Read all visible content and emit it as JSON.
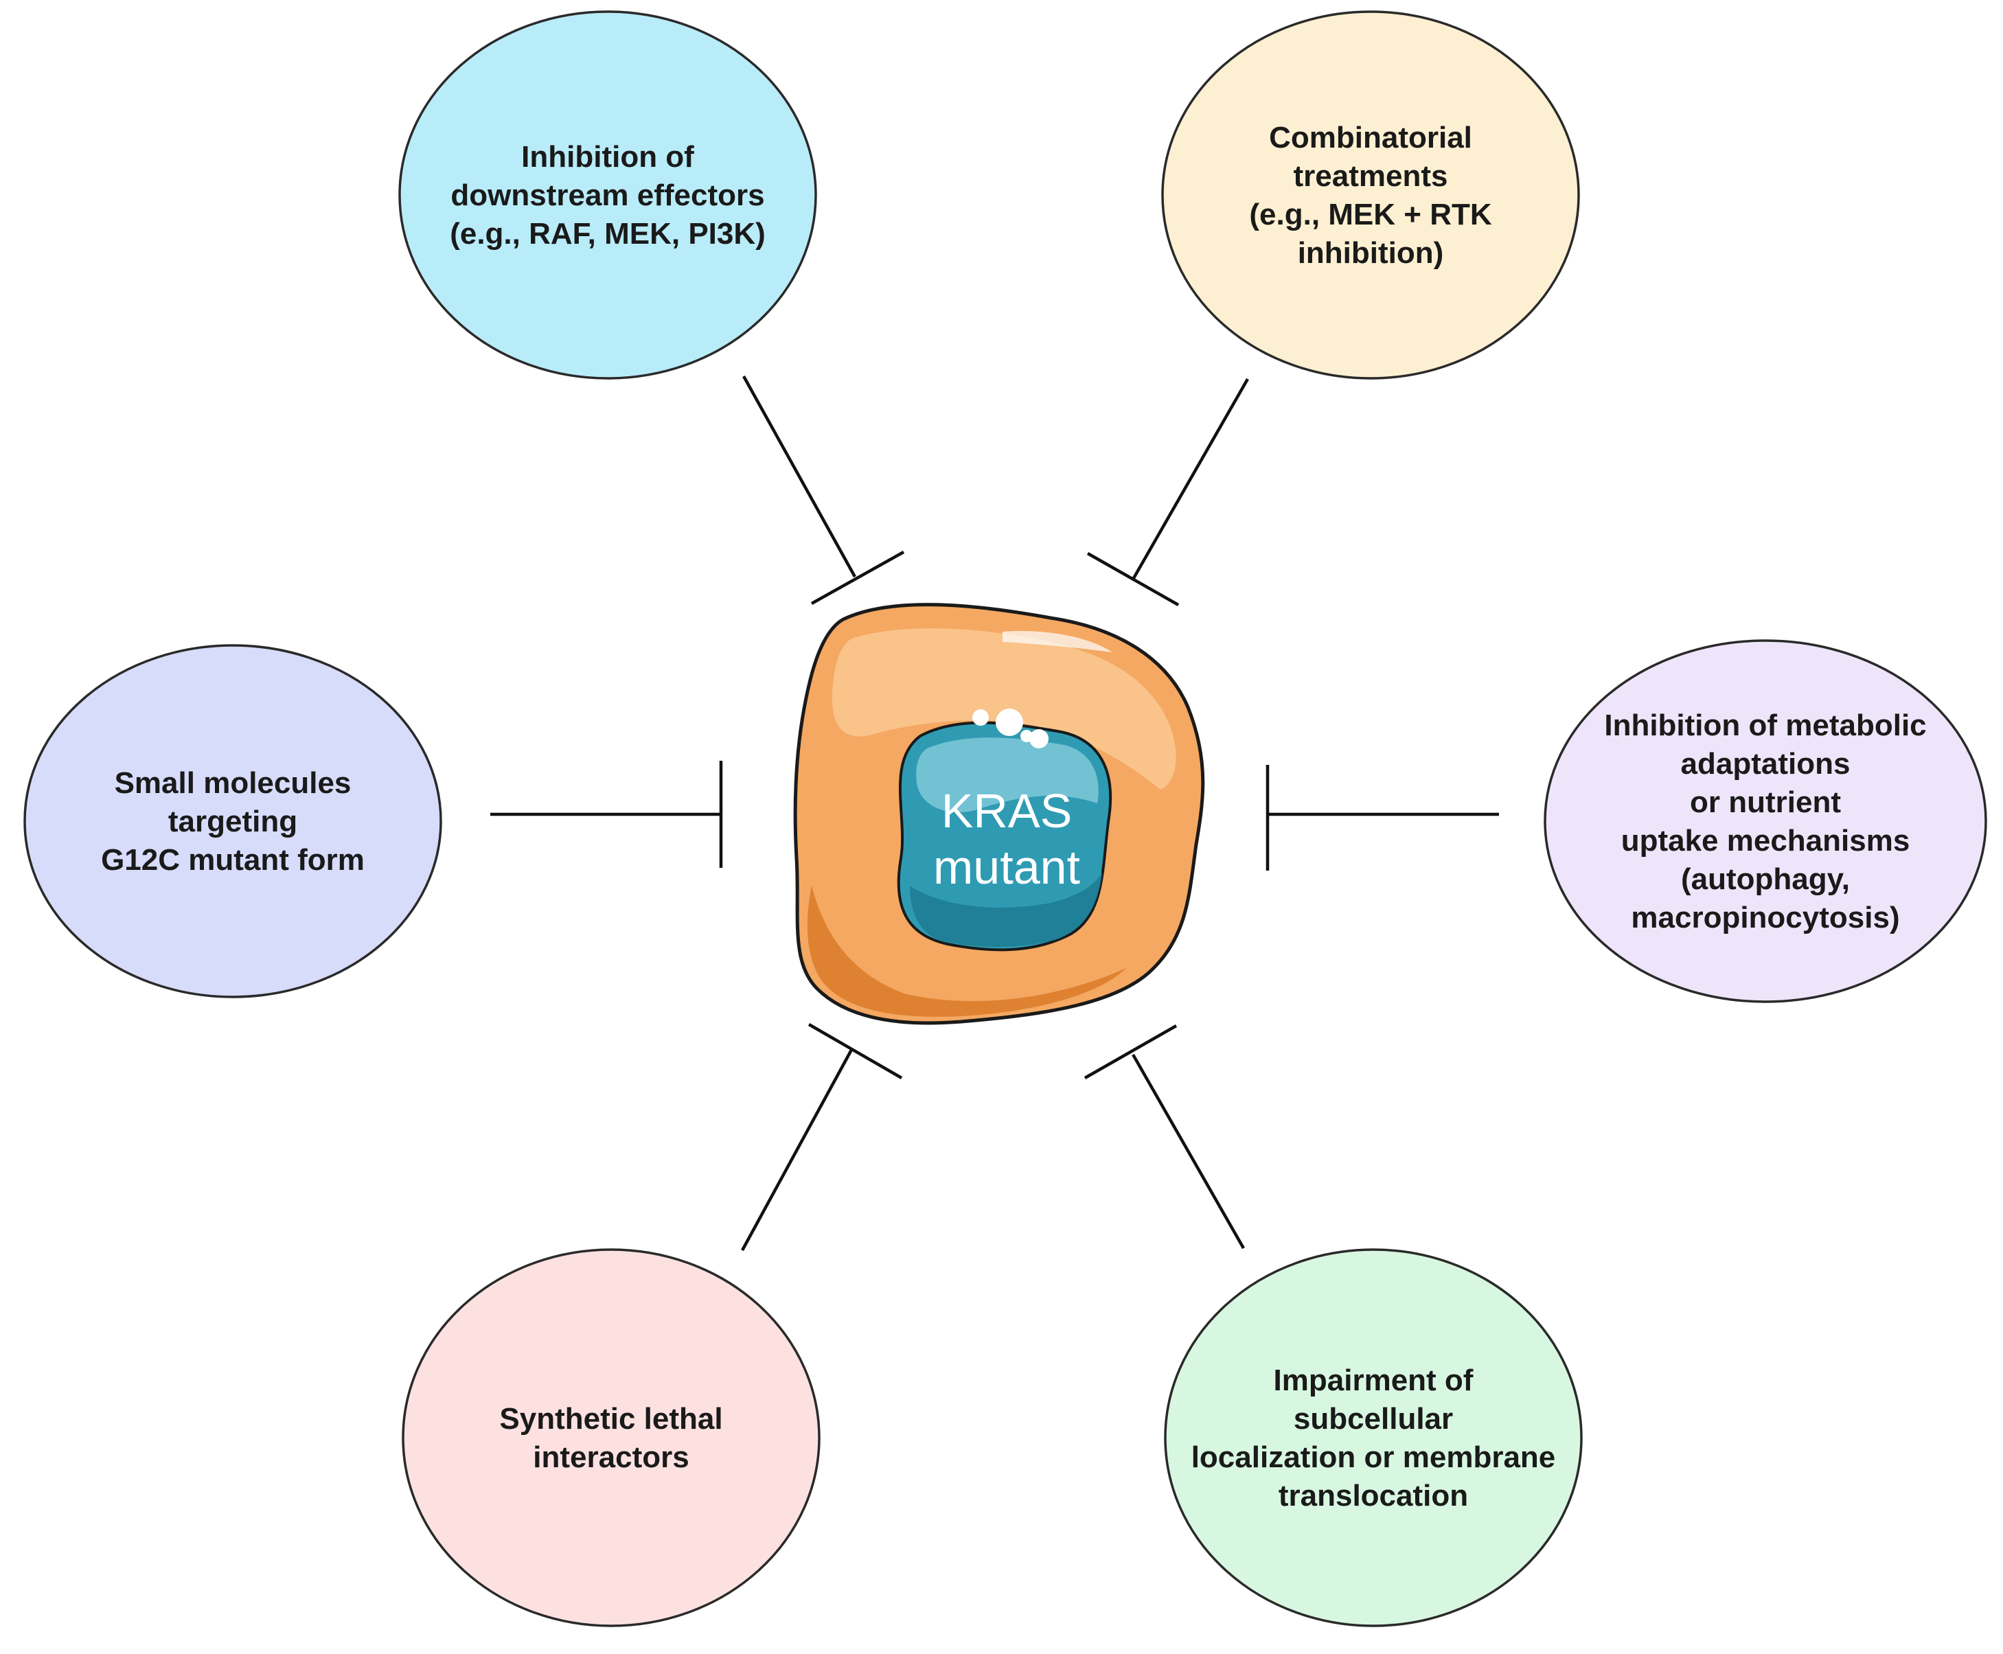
{
  "center": {
    "lines": [
      "KRAS",
      "mutant"
    ]
  },
  "nodes": [
    {
      "id": "downstream-effectors",
      "fill": "#b9ecf9",
      "lines": [
        "Inhibition of",
        "downstream effectors",
        "(e.g., RAF, MEK, PI3K)"
      ]
    },
    {
      "id": "combinatorial-treatments",
      "fill": "#fdf0d2",
      "lines": [
        "Combinatorial",
        "treatments",
        "(e.g., MEK + RTK",
        "inhibition)"
      ]
    },
    {
      "id": "small-molecules",
      "fill": "#d7dcfb",
      "lines": [
        "Small molecules",
        "targeting",
        "G12C mutant form"
      ]
    },
    {
      "id": "metabolic-adaptations",
      "fill": "#efe5fb",
      "lines": [
        "Inhibition of metabolic",
        "adaptations",
        "or nutrient",
        "uptake mechanisms",
        "(autophagy,",
        "macropinocytosis)"
      ]
    },
    {
      "id": "synthetic-lethal",
      "fill": "#fde1e1",
      "lines": [
        "Synthetic lethal",
        "interactors"
      ]
    },
    {
      "id": "subcellular-localization",
      "fill": "#d8f7e0",
      "lines": [
        "Impairment of",
        "subcellular",
        "localization or membrane",
        "translocation"
      ]
    }
  ],
  "colors": {
    "cell_outer": "#f4a862",
    "cell_inner": "#f9c58f",
    "cell_shadow": "#d97b2a",
    "nucleus": "#2f9bb3",
    "nucleus_light": "#7fc9d9",
    "nucleus_dark": "#1e7d93",
    "inhibition_line": "#111111"
  }
}
